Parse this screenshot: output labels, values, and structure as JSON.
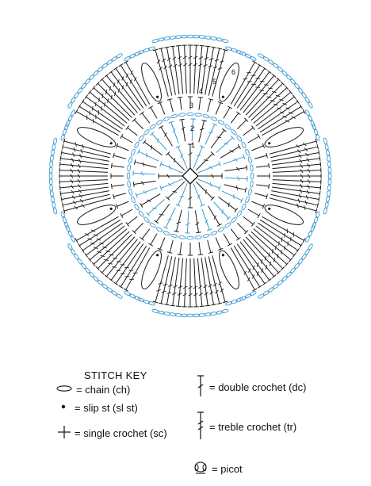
{
  "diagram": {
    "round_numbers": [
      "1",
      "2",
      "3",
      "4",
      "5",
      "6"
    ],
    "colors": {
      "dark": "#1a1a1a",
      "blue": "#3c9ad0",
      "white": "#ffffff"
    }
  },
  "stitch_key": {
    "title": "STITCH KEY",
    "items": [
      {
        "icon": "chain-icon",
        "label": "= chain (ch)"
      },
      {
        "icon": "slip-stitch-icon",
        "label": "= slip st (sl st)"
      },
      {
        "icon": "single-crochet-icon",
        "label": "= single crochet (sc)"
      },
      {
        "icon": "double-crochet-icon",
        "label": "= double crochet (dc)"
      },
      {
        "icon": "treble-crochet-icon",
        "label": "= treble crochet (tr)"
      },
      {
        "icon": "picot-icon",
        "label": "= picot"
      }
    ]
  }
}
